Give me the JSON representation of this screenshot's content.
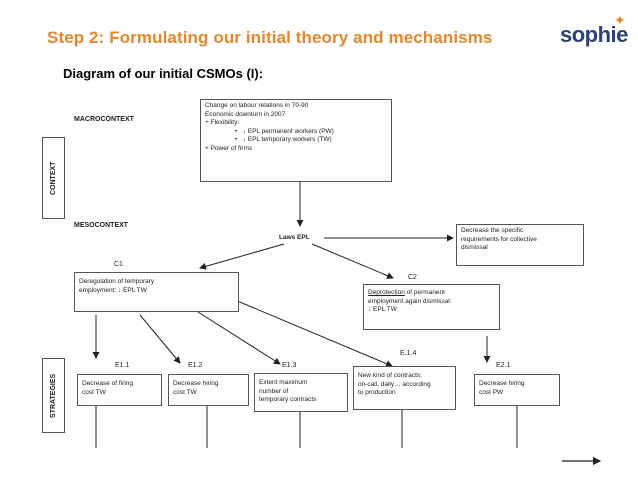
{
  "slide": {
    "title": "Step 2: Formulating our initial theory and mechanisms",
    "subtitle": "Diagram of our initial CSMOs (I):",
    "logo": "sophie"
  },
  "side_labels": {
    "context": "CONTEXT",
    "strategies": "STRATEGIES"
  },
  "section_labels": {
    "macro": "MACROCONTEXT",
    "meso": "MESOCONTEXT"
  },
  "macro_box": {
    "line1": "Change on labour relations in 70-90",
    "line2": "Economic downturn in 2007",
    "line3": "+ Flexibility:",
    "line4": "↓ EPL permanent  workers (PW)",
    "line5": "↓ EPL temporary workers (TW)",
    "line6": "+ Power of firms"
  },
  "laws": "Laws EPL",
  "decrease_box": {
    "line1": "Decrease the specific",
    "line2": "requirements for collective",
    "line3": "dismissal"
  },
  "c1": {
    "label": "C1",
    "line1": "Deregulation of temporary",
    "line2": "employment: ↓ EPL TW"
  },
  "c2": {
    "label": "C2",
    "line1_ul": "Deprotection",
    "line1_rest": " of permanent",
    "line2": "employment again dismissal:",
    "line3": "↓ EPL TW"
  },
  "strategies": [
    {
      "label": "E1.1",
      "lines": [
        "Decrease of firing",
        "cost TW"
      ]
    },
    {
      "label": "E1.2",
      "lines": [
        "Decrease hiring",
        "cost TW"
      ]
    },
    {
      "label": "E1.3",
      "lines": [
        "Extent maximum",
        "number of",
        "temporary contracts"
      ]
    },
    {
      "label": "E.1.4",
      "lines": [
        "New kind of contracts:",
        "on-call, daily… according",
        "to production"
      ]
    },
    {
      "label": "E2.1",
      "lines": [
        "Decrease hiring",
        "cost PW"
      ]
    }
  ]
}
